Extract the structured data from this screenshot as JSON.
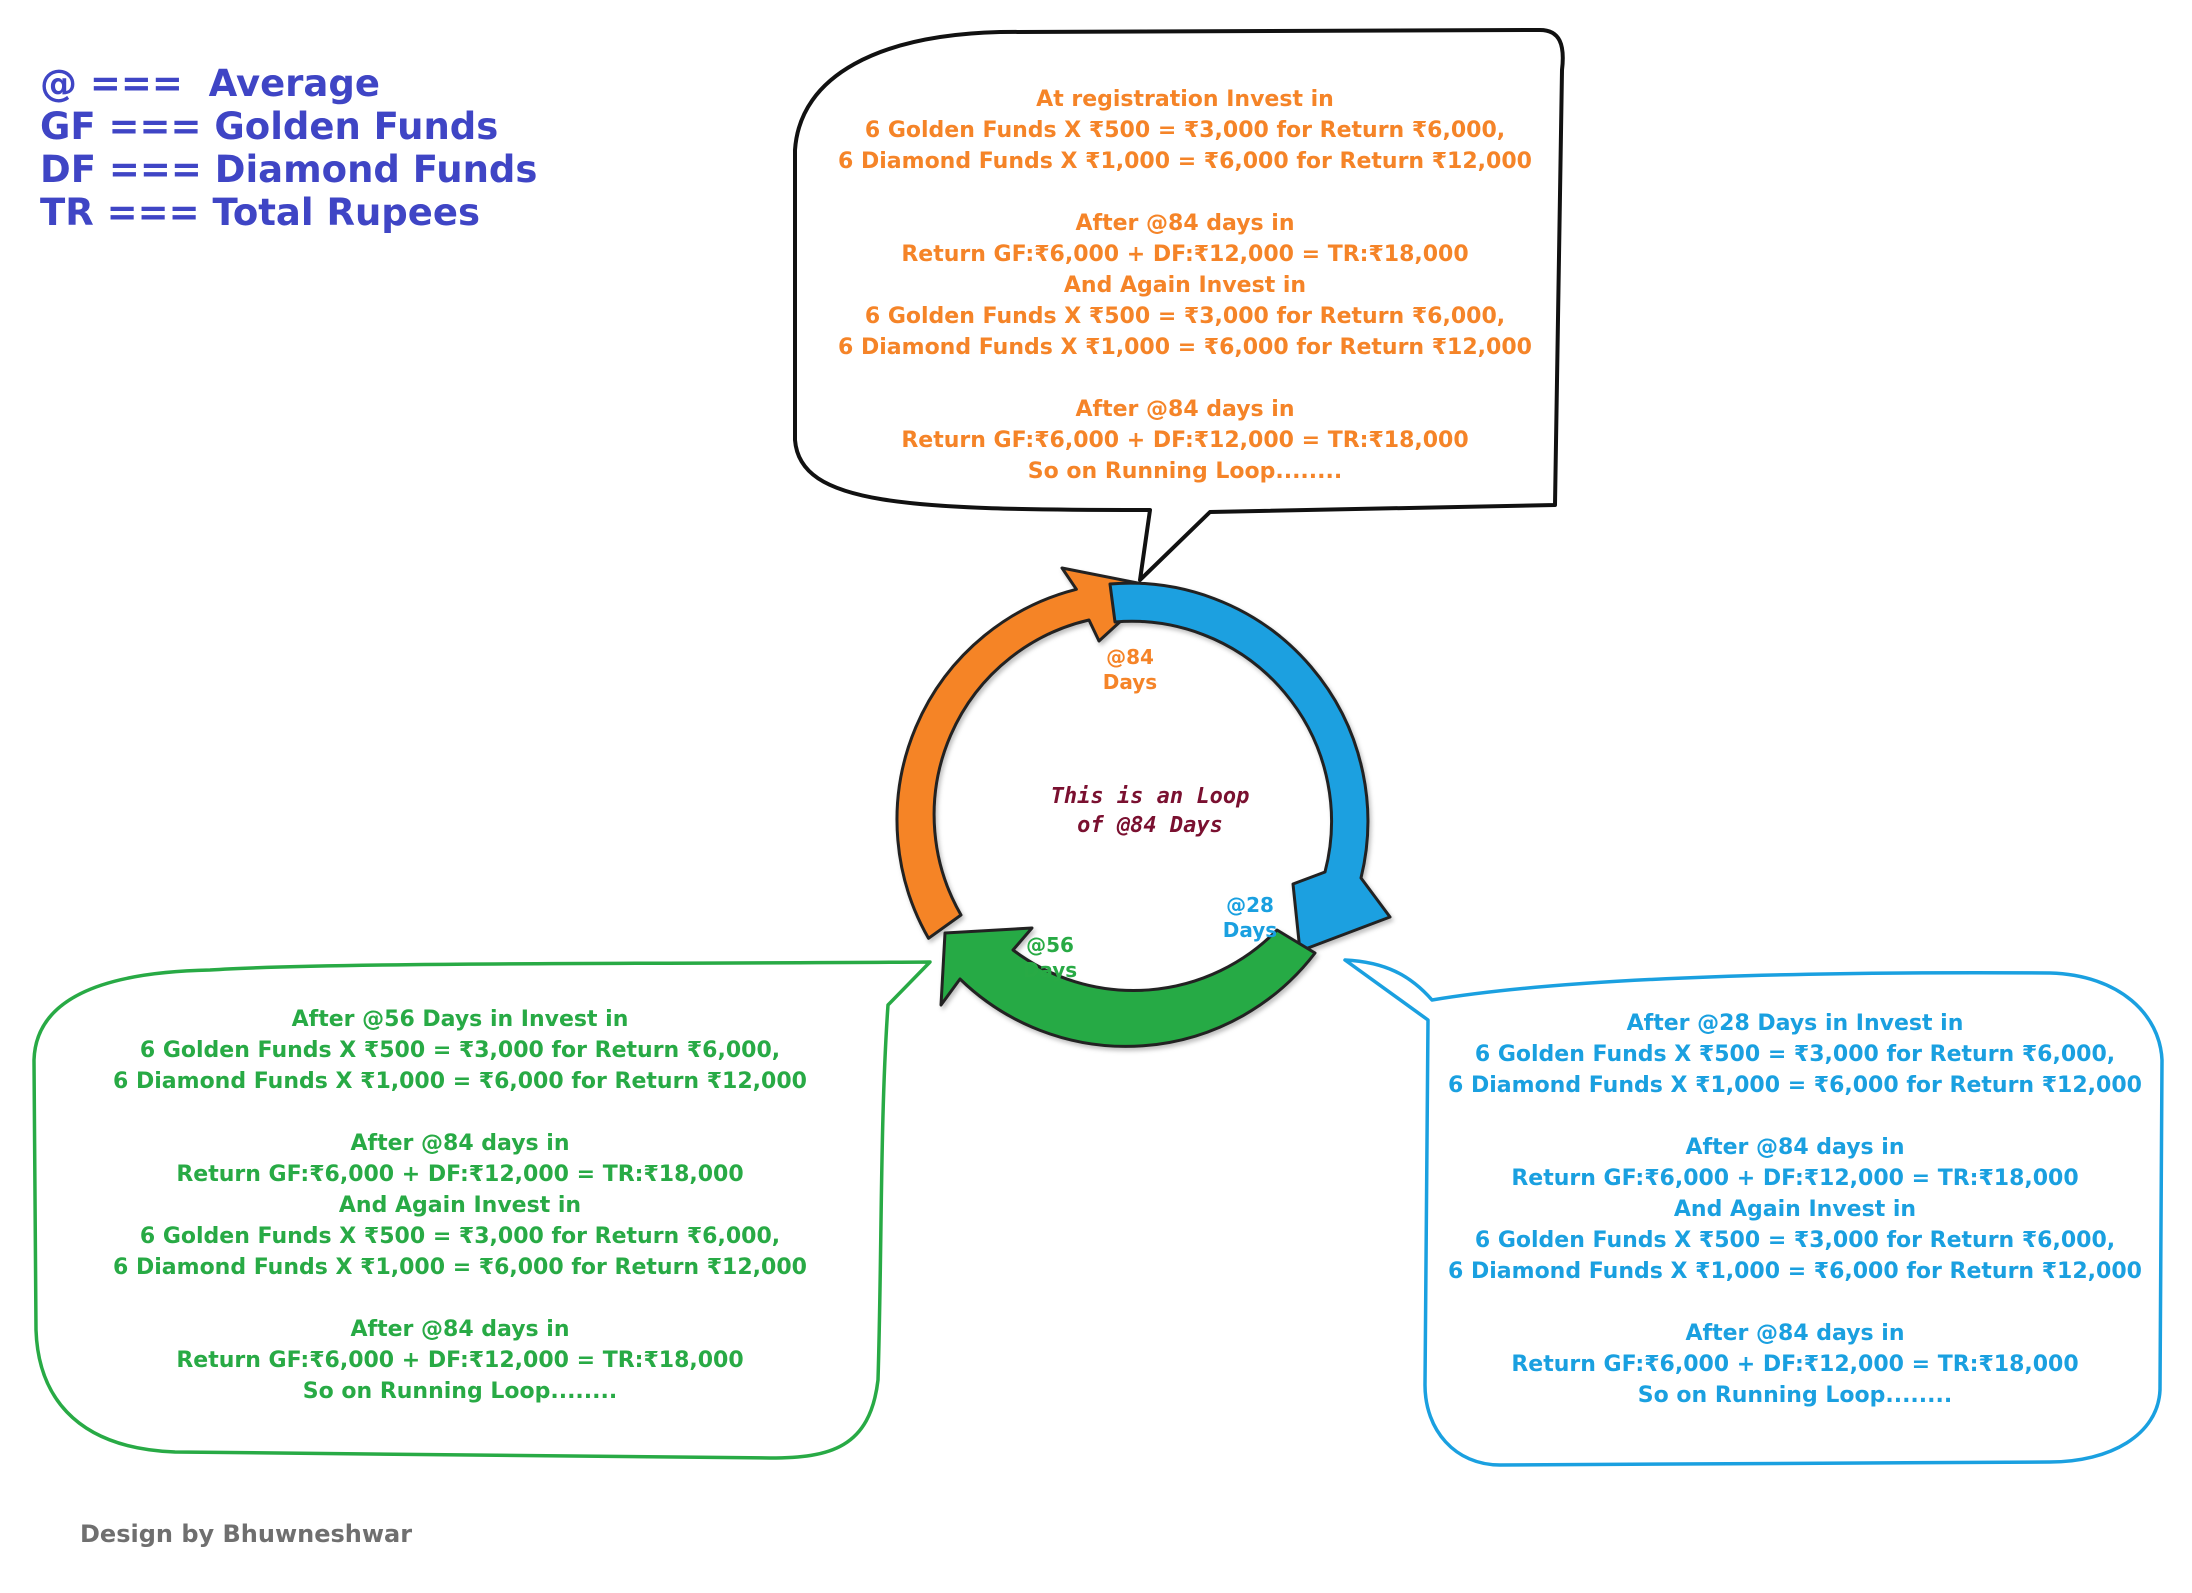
{
  "legend": [
    "@ ===  Average",
    "GF === Golden Funds",
    "DF === Diamond Funds",
    "TR === Total Rupees"
  ],
  "bubbles": {
    "top": {
      "color": "#f58428",
      "lines": [
        "At registration Invest in",
        "6 Golden Funds X ₹500 = ₹3,000 for Return ₹6,000,",
        "6 Diamond Funds X ₹1,000 = ₹6,000 for Return ₹12,000",
        "",
        "After @84 days in",
        "Return GF:₹6,000 + DF:₹12,000 = TR:₹18,000",
        "And Again Invest in",
        "6 Golden Funds X ₹500 = ₹3,000 for Return ₹6,000,",
        "6 Diamond Funds X ₹1,000 = ₹6,000 for Return ₹12,000",
        "",
        "After @84 days in",
        "Return GF:₹6,000 + DF:₹12,000 = TR:₹18,000",
        "So on Running Loop........"
      ]
    },
    "left": {
      "color": "#28aa45",
      "lines": [
        "After @56 Days in Invest in",
        "6 Golden Funds X ₹500 = ₹3,000 for Return ₹6,000,",
        "6 Diamond Funds X ₹1,000 = ₹6,000 for Return ₹12,000",
        "",
        "After @84 days in",
        "Return GF:₹6,000 + DF:₹12,000 = TR:₹18,000",
        "And Again Invest in",
        "6 Golden Funds X ₹500 = ₹3,000 for Return ₹6,000,",
        "6 Diamond Funds X ₹1,000 = ₹6,000 for Return ₹12,000",
        "",
        "After @84 days in",
        "Return GF:₹6,000 + DF:₹12,000 = TR:₹18,000",
        "So on Running Loop........"
      ]
    },
    "right": {
      "color": "#1aa0e0",
      "lines": [
        "After @28 Days in Invest in",
        "6 Golden Funds X ₹500 = ₹3,000 for Return ₹6,000,",
        "6 Diamond Funds X ₹1,000 = ₹6,000 for Return ₹12,000",
        "",
        "After @84 days in",
        "Return GF:₹6,000 + DF:₹12,000 = TR:₹18,000",
        "And Again Invest in",
        "6 Golden Funds X ₹500 = ₹3,000 for Return ₹6,000,",
        "6 Diamond Funds X ₹1,000 = ₹6,000 for Return ₹12,000",
        "",
        "After @84 days in",
        "Return GF:₹6,000 + DF:₹12,000 = TR:₹18,000",
        "So on Running Loop........"
      ]
    }
  },
  "loop": {
    "center": [
      "This is an Loop",
      "of @84 Days"
    ],
    "labels": {
      "day84": [
        "@84",
        "Days"
      ],
      "day28": [
        "@28",
        "Days"
      ],
      "day56": [
        "@56",
        "Days"
      ]
    },
    "colors": {
      "orange": "#f58428",
      "blue": "#1aa0e0",
      "green": "#28aa45"
    }
  },
  "credit": "Design by Bhuwneshwar"
}
